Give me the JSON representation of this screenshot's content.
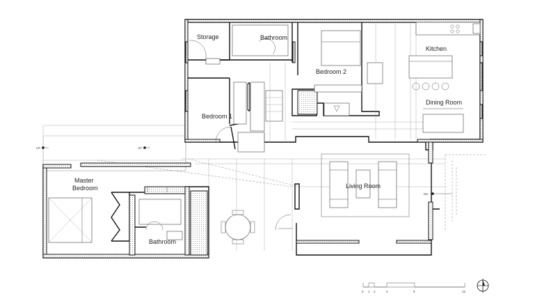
{
  "rooms": {
    "storage": "Storage",
    "bathroom_top": "Bathroom",
    "bedroom2": "Bedroom 2",
    "kitchen": "Kitchen",
    "dining": "Dining Room",
    "bedroom1": "Bedroom 1",
    "living": "Living Room",
    "master_line1": "Master",
    "master_line2": "Bedroom",
    "bathroom_bottom": "Bathroom"
  },
  "markers": {
    "up_left": "UP",
    "up_mid": "UP",
    "dn_right": "DN"
  },
  "scale_bar": {
    "ticks": [
      "0",
      "1",
      "2",
      "4",
      "8",
      "16"
    ]
  }
}
